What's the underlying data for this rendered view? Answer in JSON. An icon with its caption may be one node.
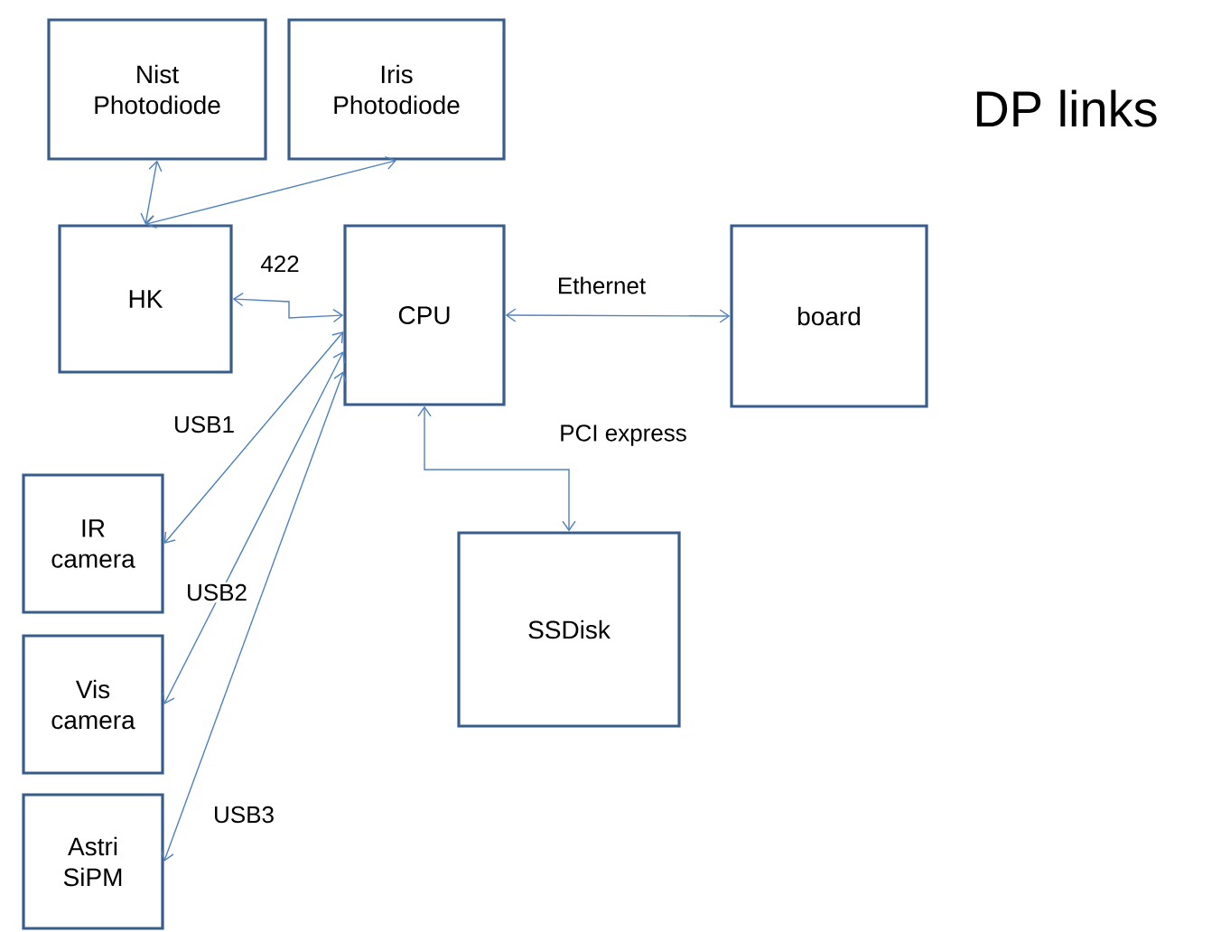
{
  "diagram": {
    "title": "DP links",
    "nodes": [
      {
        "text": [
          "Nist Photodiode"
        ]
      },
      {
        "text": [
          "Iris Photodiode"
        ]
      },
      {
        "text": [
          "HK"
        ]
      },
      {
        "text": [
          "CPU"
        ]
      },
      {
        "text": [
          "board"
        ]
      },
      {
        "text": [
          "IR camera"
        ]
      },
      {
        "text": [
          "SSDisk"
        ]
      },
      {
        "text": [
          "Vis camera"
        ]
      },
      {
        "text": [
          "Astri SiPM"
        ]
      }
    ],
    "edges": [
      {
        "from": 0,
        "to": 2,
        "arrow": "both"
      },
      {
        "from": 2,
        "to": 1,
        "arrow": "both"
      },
      {
        "from": 2,
        "to": 3,
        "arrow": "both",
        "label": "422"
      },
      {
        "from": 3,
        "to": 4,
        "arrow": "both",
        "label": "Ethernet"
      },
      {
        "from": 3,
        "to": 6,
        "arrow": "both",
        "label": "PCI express"
      },
      {
        "from": 3,
        "to": 5,
        "arrow": "both",
        "label": "USB1"
      },
      {
        "from": 3,
        "to": 7,
        "arrow": "both",
        "label": "USB2"
      },
      {
        "from": 3,
        "to": 8,
        "arrow": "both",
        "label": "USB3"
      }
    ]
  }
}
